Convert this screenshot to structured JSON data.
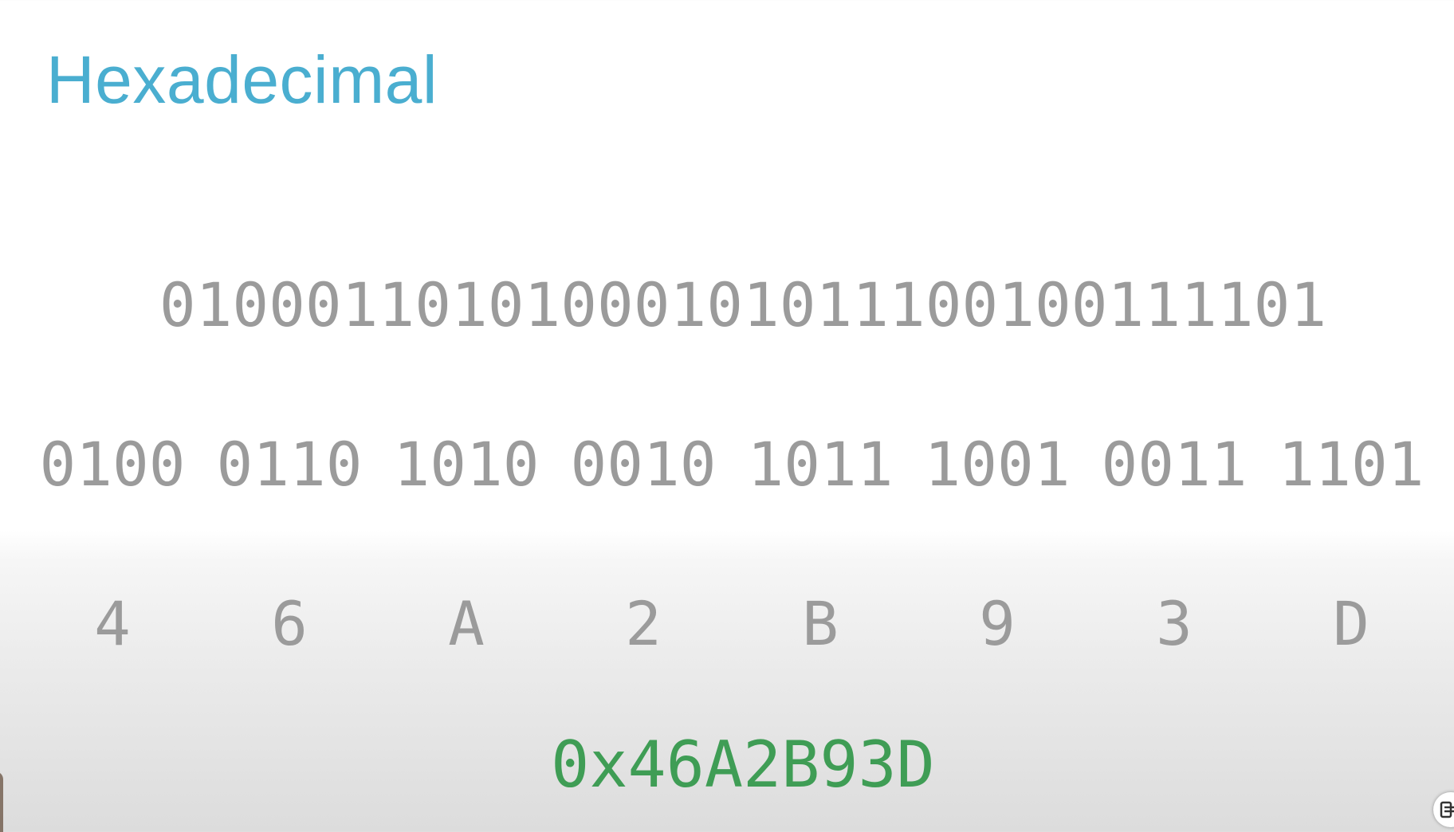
{
  "slide": {
    "title": "Hexadecimal",
    "binary": "01000110101000101011100100111101",
    "nibbles": [
      "0100",
      "0110",
      "1010",
      "0010",
      "1011",
      "1001",
      "0011",
      "1101"
    ],
    "hex_digits": [
      "4",
      "6",
      "A",
      "2",
      "B",
      "9",
      "3",
      "D"
    ],
    "hex_result": "0x46A2B93D"
  },
  "colors": {
    "title": "#4aaed0",
    "digits": "#9b9b9b",
    "result": "#3f9d55"
  },
  "icons": {
    "corner_button": "caption-icon"
  }
}
